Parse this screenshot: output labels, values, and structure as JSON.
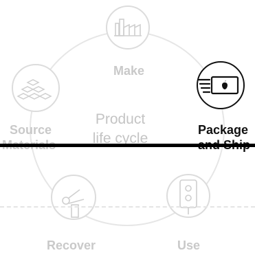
{
  "center": {
    "line1": "Product",
    "line2": "life cycle"
  },
  "stages": {
    "make": {
      "label": "Make",
      "icon": "factory-icon"
    },
    "package": {
      "label_line1": "Package",
      "label_line2": "and Ship",
      "icon": "shipping-box-icon",
      "state": "active"
    },
    "use": {
      "label": "Use",
      "icon": "power-outlet-icon"
    },
    "recover": {
      "label": "Recover",
      "icon": "disassembly-tools-icon"
    },
    "source": {
      "label_line1": "Source",
      "label_line2": "Materials",
      "icon": "ingot-stack-icon"
    }
  },
  "colors": {
    "active": "#111111",
    "inactive": "#c9c9c9",
    "ring": "#e6e6e6",
    "overlay_line": "#000000"
  }
}
